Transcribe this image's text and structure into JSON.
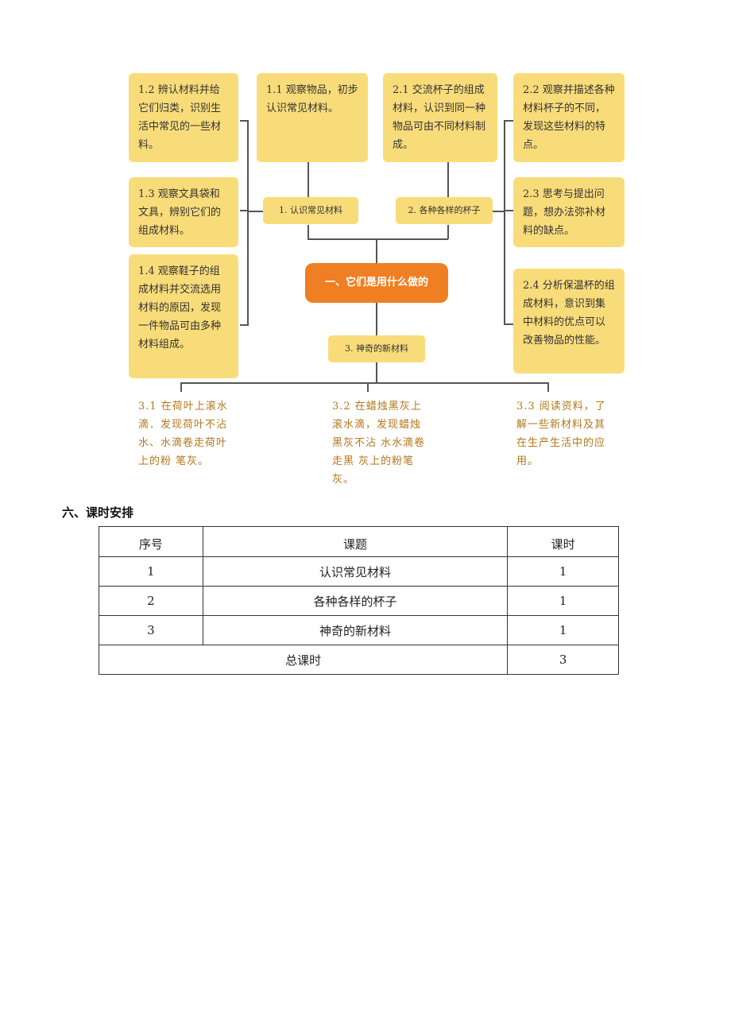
{
  "diagram": {
    "root": "一、它们是用什么做的",
    "mid": {
      "m1": "1. 认识常见材料",
      "m2": "2. 各种各样的杯子",
      "m3": "3. 神奇的新材料"
    },
    "boxes": {
      "b11": "1.1 观察物品，初步认识常见材料。",
      "b12": "1.2 辨认材料并给它们归类，识别生活中常见的一些材料。",
      "b13": "1.3 观察文具袋和文具，辨别它们的组成材料。",
      "b14": "1.4 观察鞋子的组成材料并交流选用材料的原因，发现一件物品可由多种材料组成。",
      "b21": "2.1 交流杯子的组成材料，认识到同一种物品可由不同材料制成。",
      "b22": "2.2 观察并描述各种材料杯子的不同，发现这些材料的特点。",
      "b23": "2.3 思考与提出问题，想办法弥补材料的缺点。",
      "b24": "2.4 分析保温杯的组成材料，意识到集中材料的优点可以改善物品的性能。"
    },
    "leaves": {
      "l31": "3.1 在荷叶上滚水滴．发现荷叶不沾水、水滴卷走荷叶上的粉 笔灰。",
      "l32": "3.2 在蜡烛黑灰上滚水滴，发现蜡烛黑灰不沾 水水滴卷走黑 灰上的粉笔灰。",
      "l33": "3.3 阅读资料，了解一些新材料及其在生产生活中的应用。"
    }
  },
  "section": {
    "title": "六、课时安排"
  },
  "table": {
    "headers": [
      "序号",
      "课题",
      "课时"
    ],
    "rows": [
      [
        "1",
        "认识常见材料",
        "1"
      ],
      [
        "2",
        "各种各样的杯子",
        "1"
      ],
      [
        "3",
        "神奇的新材料",
        "1"
      ]
    ],
    "total_label": "总课时",
    "total_value": "3"
  }
}
